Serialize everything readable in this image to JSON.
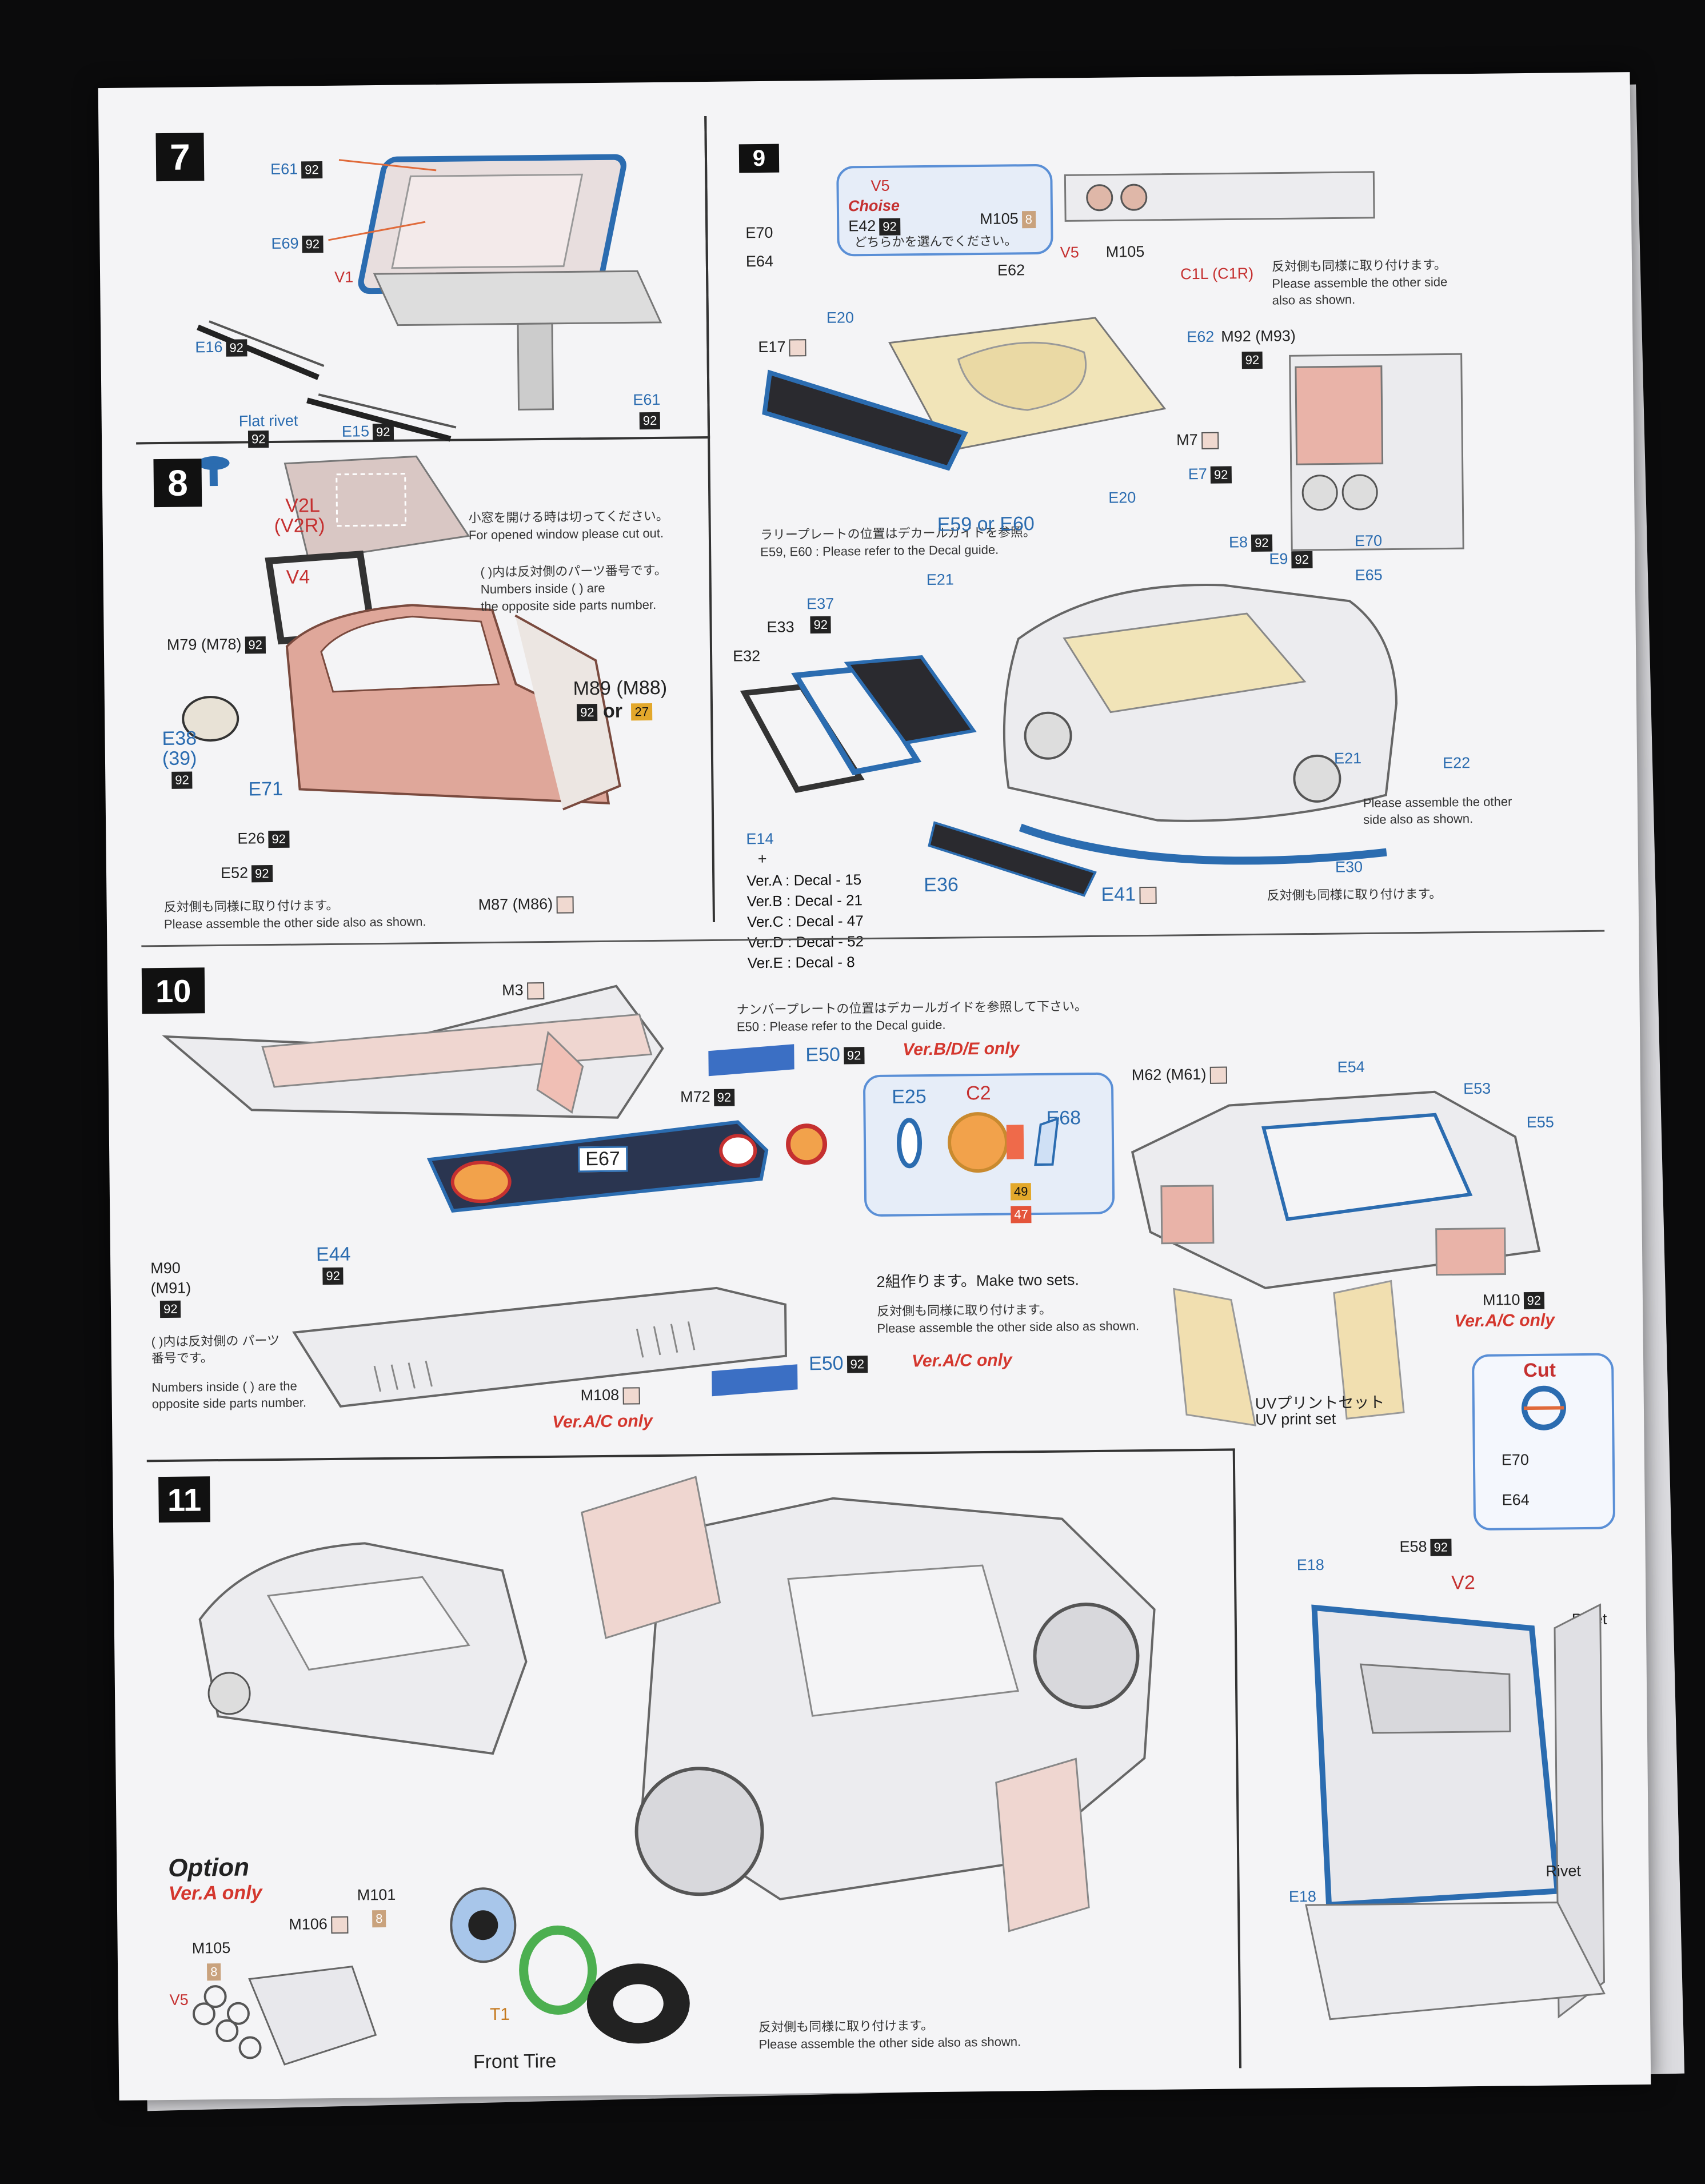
{
  "steps": {
    "s7": {
      "number": "7",
      "labels": {
        "e61a": "E61",
        "e69": "E69",
        "v1": "V1",
        "e16": "E16",
        "e15": "E15",
        "flat_rivet": "Flat rivet",
        "e61b": "E61"
      },
      "badge": "92"
    },
    "s8": {
      "number": "8",
      "labels": {
        "v2l": "V2L",
        "v2r": "(V2R)",
        "v4": "V4",
        "m79": "M79 (M78)",
        "e38": "E38",
        "e38b": "(39)",
        "e71": "E71",
        "e26": "E26",
        "e52": "E52",
        "m89": "M89 (M88)",
        "or": "or",
        "m87": "M87 (M86)"
      },
      "notes": {
        "window_jp": "小窓を開ける時は切ってください。",
        "window_en": "For opened window please cut out.",
        "paren_jp": "( )内は反対側のパーツ番号です。",
        "paren_en1": "Numbers inside ( ) are",
        "paren_en2": "the opposite side parts number.",
        "other_jp": "反対側も同様に取り付けます。",
        "other_en": "Please assemble the other side also as shown."
      },
      "badge_orange": "27"
    },
    "s9": {
      "number": "9",
      "labels": {
        "v5": "V5",
        "choise": "Choise",
        "m105": "M105",
        "e42": "E42",
        "v5b": "V5",
        "m105b": "M105",
        "c1l": "C1L (C1R)",
        "e70": "E70",
        "e64": "E64",
        "e62": "E62",
        "e20a": "E20",
        "e17": "E17",
        "e62b": "E62",
        "m92": "M92 (M93)",
        "m7": "M7",
        "e7": "E7",
        "e20b": "E20",
        "e59": "E59 or E60",
        "e8": "E8",
        "e9": "E9",
        "e70b": "E70",
        "e65": "E65",
        "e21a": "E21",
        "e37": "E37",
        "e33": "E33",
        "e32": "E32",
        "e14": "E14",
        "plus": "+",
        "e21b": "E21",
        "e22": "E22",
        "e30": "E30",
        "e36": "E36",
        "e41": "E41"
      },
      "choose_jp": "どちらかを選んでください。",
      "assemble_jp": "反対側も同様に取り付けます。",
      "assemble_en": "Please assemble the other side also as shown.",
      "plate_jp": "ラリープレートの位置はデカールガイドを参照。",
      "plate_en": "E59, E60 : Please refer to the Decal guide.",
      "decals": [
        "Ver.A : Decal - 15",
        "Ver.B : Decal - 21",
        "Ver.C : Decal - 47",
        "Ver.D : Decal - 52",
        "Ver.E : Decal - 8"
      ],
      "other_en2": "Please assemble the other side also as shown.",
      "other_jp2": "反対側も同様に取り付けます。"
    },
    "s10": {
      "number": "10",
      "labels": {
        "m3": "M3",
        "plate_jp": "ナンバープレートの位置はデカールガイドを参照して下さい。",
        "plate_en": "E50 : Please refer to the Decal guide.",
        "e50a": "E50",
        "verbde": "Ver.B/D/E only",
        "m72": "M72",
        "e67": "E67",
        "e25": "E25",
        "c2": "C2",
        "e68": "E68",
        "two_sets": "2組作ります。Make two sets.",
        "m90": "M90",
        "m91": "(M91)",
        "e44": "E44",
        "other_jp": "反対側も同様に取り付けます。",
        "other_en": "Please assemble the other side also as shown.",
        "e50b": "E50",
        "verac": "Ver.A/C only",
        "m108": "M108",
        "verac2": "Ver.A/C only",
        "m62": "M62 (M61)",
        "e54": "E54",
        "e53": "E53",
        "e55": "E55",
        "m110": "M110",
        "verac3": "Ver.A/C only",
        "uv_jp": "UVプリントセット",
        "uv_en": "UV print set"
      },
      "paren_jp": "( )内は反対側の パーツ番号です。",
      "paren_en": "Numbers inside ( ) are the opposite side parts number.",
      "orange_a": "49",
      "orange_b": "47"
    },
    "s11": {
      "number": "11",
      "labels": {
        "option": "Option",
        "vera": "Ver.A only",
        "m101": "M101",
        "m106": "M106",
        "m105": "M105",
        "v5": "V5",
        "t1": "T1",
        "front_tire": "Front Tire",
        "other_jp": "反対側も同様に取り付けます。",
        "other_en": "Please assemble the other side also as shown.",
        "cut": "Cut",
        "e70": "E70",
        "e64": "E64",
        "e18a": "E18",
        "e58": "E58",
        "v2": "V2",
        "rivet1": "Rivet",
        "rivet2": "Rivet",
        "e18b": "E18"
      },
      "badge_tan": "8"
    }
  }
}
